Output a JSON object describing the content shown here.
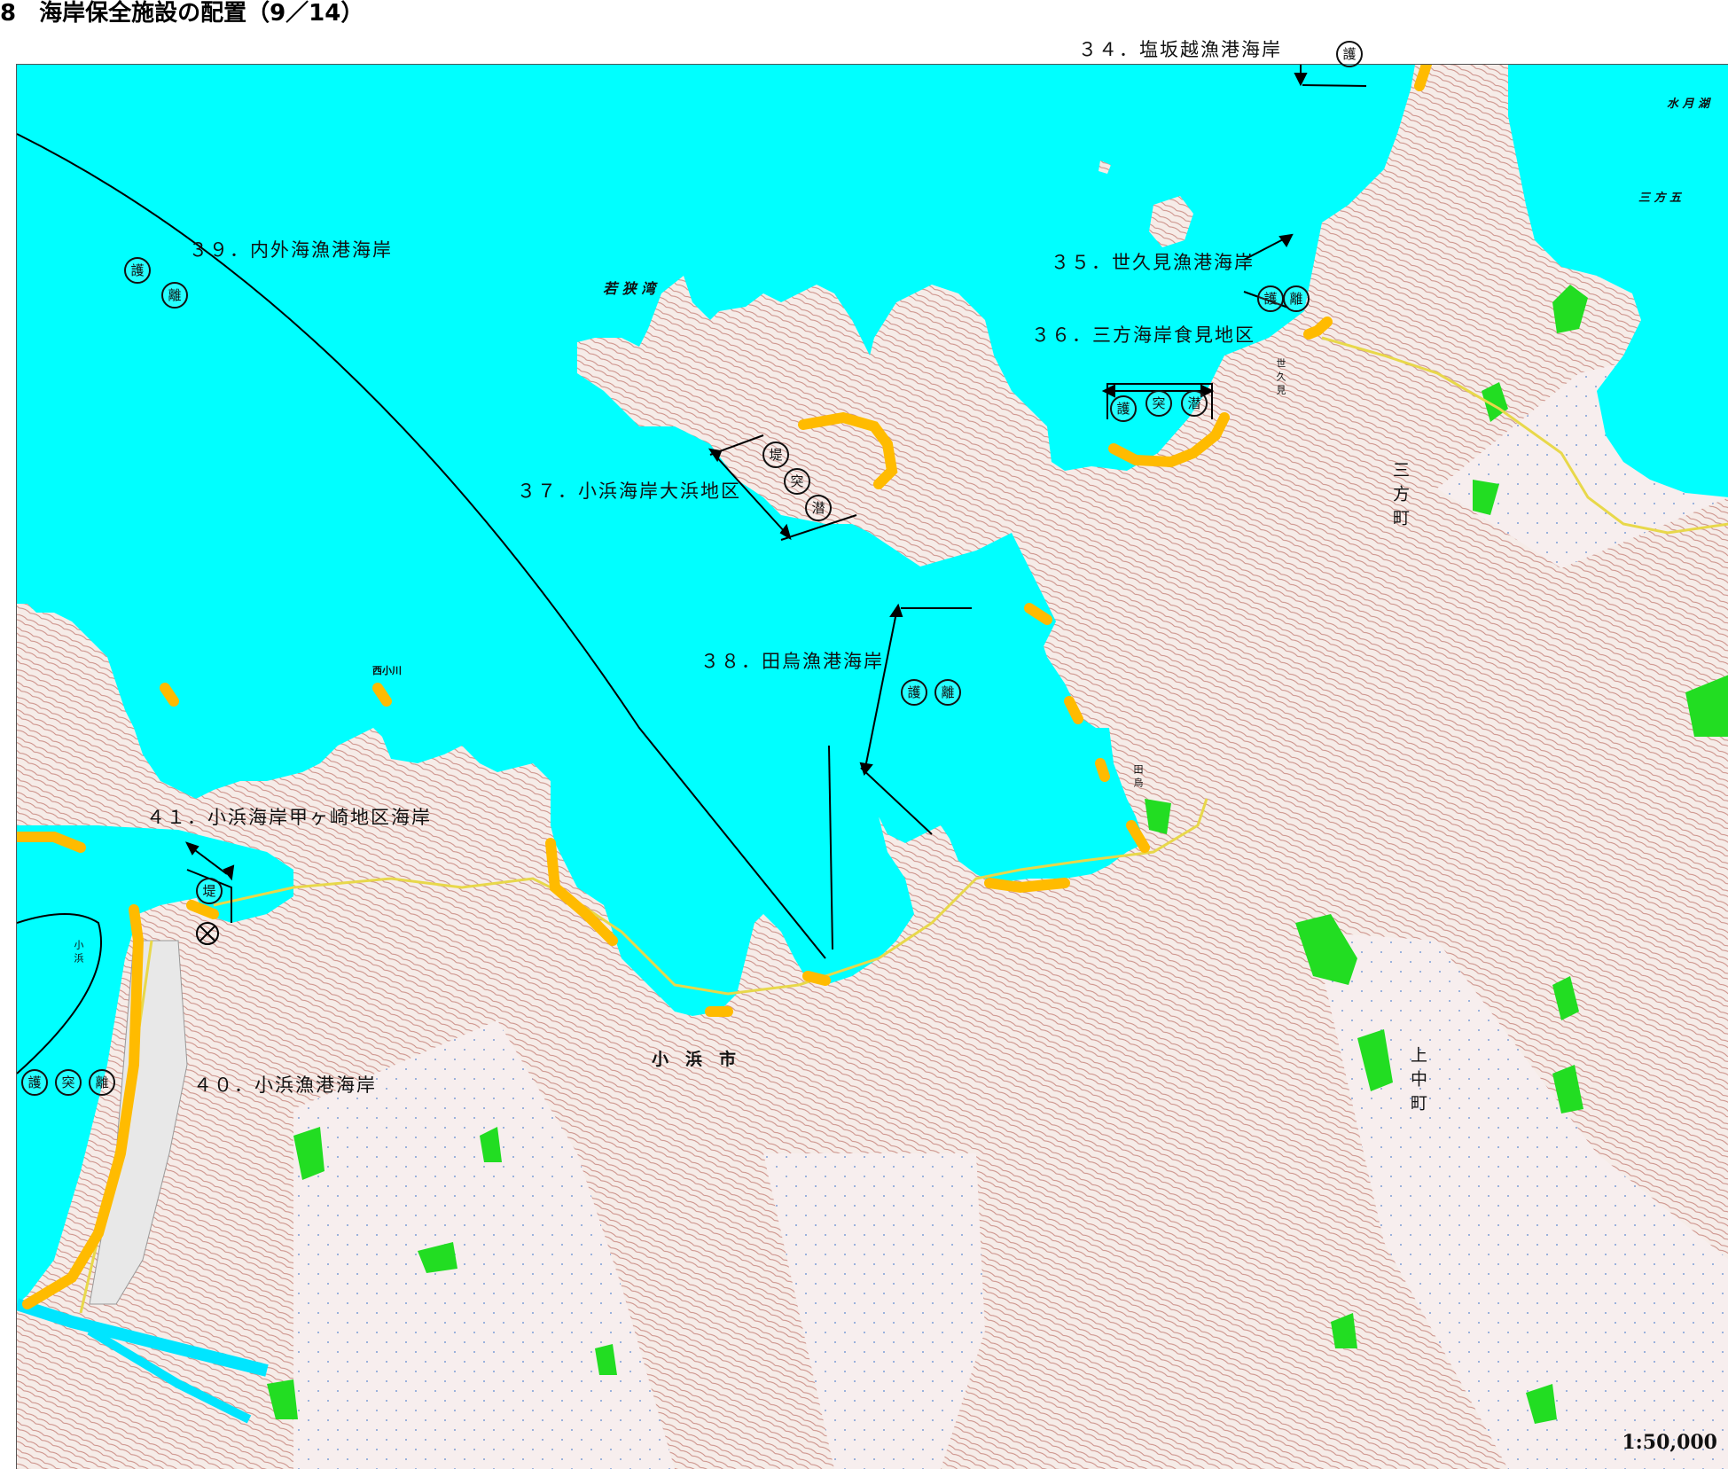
{
  "page_title": "8　海岸保全施設の配置（9／14）",
  "scale": "1:50,000",
  "colors": {
    "sea": "#00ffff",
    "land": "#f4e9e4",
    "contour": "#c98a82",
    "facility": "#ffbb00",
    "forest": "#22dd22"
  },
  "coasts": [
    {
      "id": "34",
      "label": "３４．塩坂越漁港海岸",
      "symbols": [
        "護"
      ]
    },
    {
      "id": "35",
      "label": "３５．世久見漁港海岸",
      "symbols": [
        "護",
        "離"
      ]
    },
    {
      "id": "36",
      "label": "３６．三方海岸食見地区",
      "symbols": [
        "護",
        "突",
        "潜"
      ]
    },
    {
      "id": "37",
      "label": "３７．小浜海岸大浜地区",
      "symbols": [
        "堤",
        "突",
        "潜"
      ]
    },
    {
      "id": "38",
      "label": "３８．田烏漁港海岸",
      "symbols": [
        "護",
        "離"
      ]
    },
    {
      "id": "39",
      "label": "３９．内外海漁港海岸",
      "symbols": [
        "護",
        "離"
      ]
    },
    {
      "id": "40",
      "label": "４０．小浜漁港海岸",
      "symbols": [
        "護",
        "突",
        "離"
      ]
    },
    {
      "id": "41",
      "label": "４１．小浜海岸甲ヶ崎地区海岸",
      "symbols": [
        "堤",
        "⊗"
      ]
    }
  ],
  "places": {
    "wakasa_bay": "若 狭 湾",
    "obama_city": "小　浜　市",
    "mikata_town": "三方町",
    "kaminaka_town": "上中町",
    "suigetsu_lake": "水 月 湖",
    "mikatagoko": "三 方 五",
    "sekumi": "世久見",
    "taura": "田烏",
    "nishiobama": "西小川",
    "obama_port": "小浜"
  },
  "icons": {
    "leader_line": "black-leader-line",
    "facility_marker": "orange-coast-segment"
  }
}
